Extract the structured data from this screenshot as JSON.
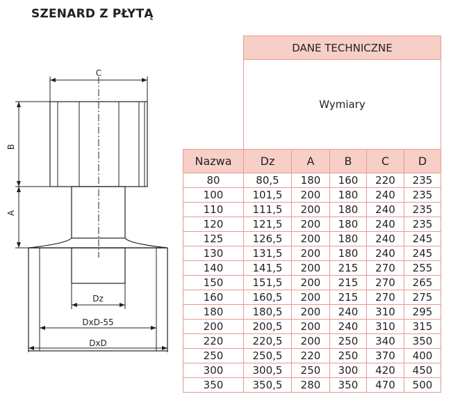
{
  "title": "SZENARD Z PŁYTĄ",
  "drawing": {
    "labels": {
      "c": "C",
      "b": "B",
      "a": "A",
      "dz": "Dz",
      "dxd55": "DxD-55",
      "dxd": "DxD"
    }
  },
  "table": {
    "group_header": "DANE TECHNICZNE",
    "sub_header": "Wymiary",
    "columns": [
      "Nazwa",
      "Dz",
      "A",
      "B",
      "C",
      "D"
    ],
    "rows": [
      [
        "80",
        "80,5",
        "180",
        "160",
        "220",
        "235"
      ],
      [
        "100",
        "101,5",
        "200",
        "180",
        "240",
        "235"
      ],
      [
        "110",
        "111,5",
        "200",
        "180",
        "240",
        "235"
      ],
      [
        "120",
        "121,5",
        "200",
        "180",
        "240",
        "235"
      ],
      [
        "125",
        "126,5",
        "200",
        "180",
        "240",
        "245"
      ],
      [
        "130",
        "131,5",
        "200",
        "180",
        "240",
        "245"
      ],
      [
        "140",
        "141,5",
        "200",
        "215",
        "270",
        "255"
      ],
      [
        "150",
        "151,5",
        "200",
        "215",
        "270",
        "265"
      ],
      [
        "160",
        "160,5",
        "200",
        "215",
        "270",
        "275"
      ],
      [
        "180",
        "180,5",
        "200",
        "240",
        "310",
        "295"
      ],
      [
        "200",
        "200,5",
        "200",
        "240",
        "310",
        "315"
      ],
      [
        "220",
        "220,5",
        "200",
        "250",
        "340",
        "350"
      ],
      [
        "250",
        "250,5",
        "220",
        "250",
        "370",
        "400"
      ],
      [
        "300",
        "300,5",
        "250",
        "300",
        "420",
        "450"
      ],
      [
        "350",
        "350,5",
        "280",
        "350",
        "470",
        "500"
      ]
    ]
  },
  "colors": {
    "header_fill": "#f7cfc7",
    "border": "#e59a90",
    "line": "#231f20"
  }
}
